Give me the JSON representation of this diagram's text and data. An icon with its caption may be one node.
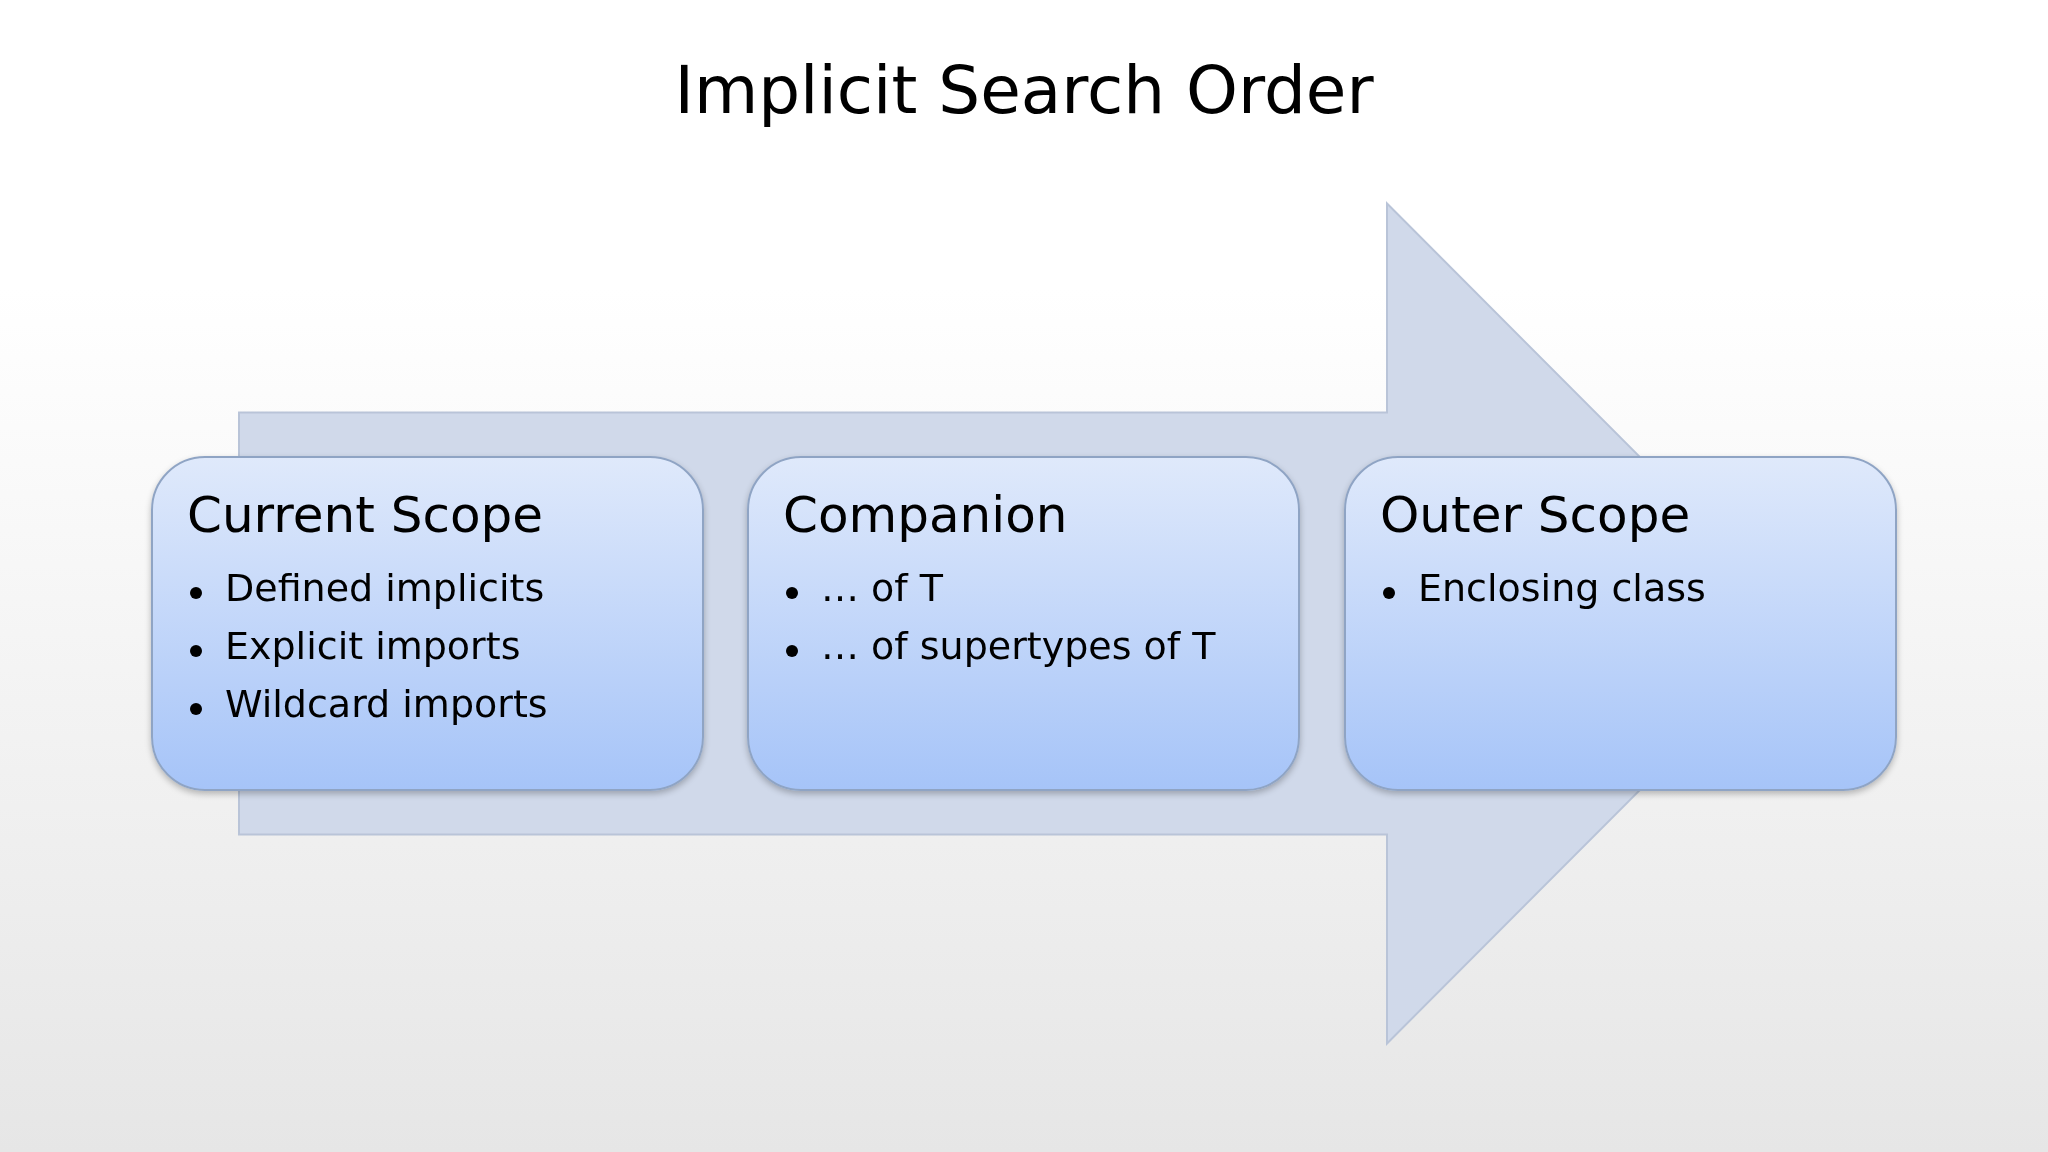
{
  "diagram": {
    "title": "Implicit Search Order",
    "nodes": [
      {
        "text": [
          "Current Scope",
          "Defined implicits",
          "Explicit imports",
          "Wildcard imports"
        ]
      },
      {
        "text": [
          "Companion",
          "… of T",
          "… of supertypes of T"
        ]
      },
      {
        "text": [
          "Outer Scope",
          "Enclosing class"
        ]
      }
    ],
    "edges": [
      {
        "from": 0,
        "to": 2,
        "arrow": "to"
      }
    ]
  }
}
